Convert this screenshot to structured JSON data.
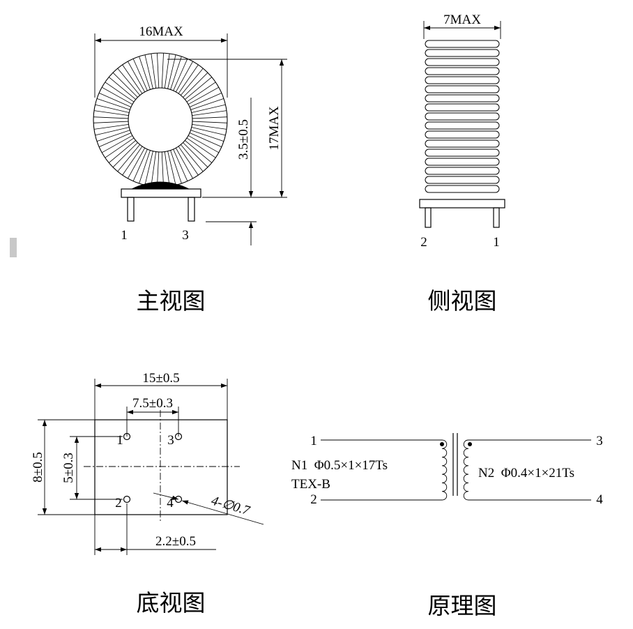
{
  "front_view": {
    "width_label": "16MAX",
    "height_label": "17MAX",
    "pin_length_label": "3.5±0.5",
    "pin_left": "1",
    "pin_right": "3",
    "caption": "主视图"
  },
  "side_view": {
    "width_label": "7MAX",
    "pin_left": "2",
    "pin_right": "1",
    "caption": "侧视图"
  },
  "bottom_view": {
    "width_label": "15±0.5",
    "pitch_label": "7.5±0.3",
    "height_label": "8±0.5",
    "row_pitch_label": "5±0.3",
    "offset_label": "2.2±0.5",
    "hole_label": "4-∅0.7",
    "pins": [
      "1",
      "3",
      "2",
      "4"
    ],
    "caption": "底视图"
  },
  "schematic": {
    "pin_top_left": "1",
    "pin_bottom_left": "2",
    "pin_top_right": "3",
    "pin_bottom_right": "4",
    "winding1": "N1  Φ0.5×1×17Ts",
    "winding2": "N2  Φ0.4×1×21Ts",
    "material": "TEX-B",
    "caption": "原理图"
  }
}
